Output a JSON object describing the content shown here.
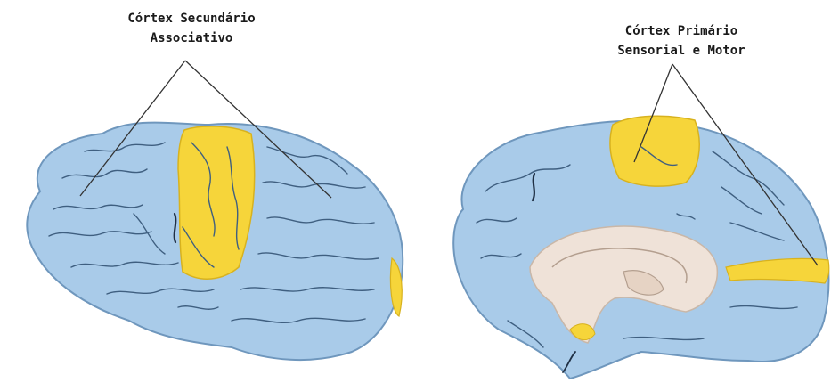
{
  "labels": {
    "secondary_line1": "Córtex Secundário",
    "secondary_line2": "Associativo",
    "primary_line1": "Córtex Primário",
    "primary_line2": "Sensorial e Motor"
  },
  "colors": {
    "cortex": "#a9cbe9",
    "cortex_edge": "#6f97bd",
    "sulcus": "#3f5f80",
    "highlight": "#f6d53a",
    "highlight_edge": "#d8b21e",
    "brainstem": "#efe2d8",
    "leader_line": "#333333"
  }
}
